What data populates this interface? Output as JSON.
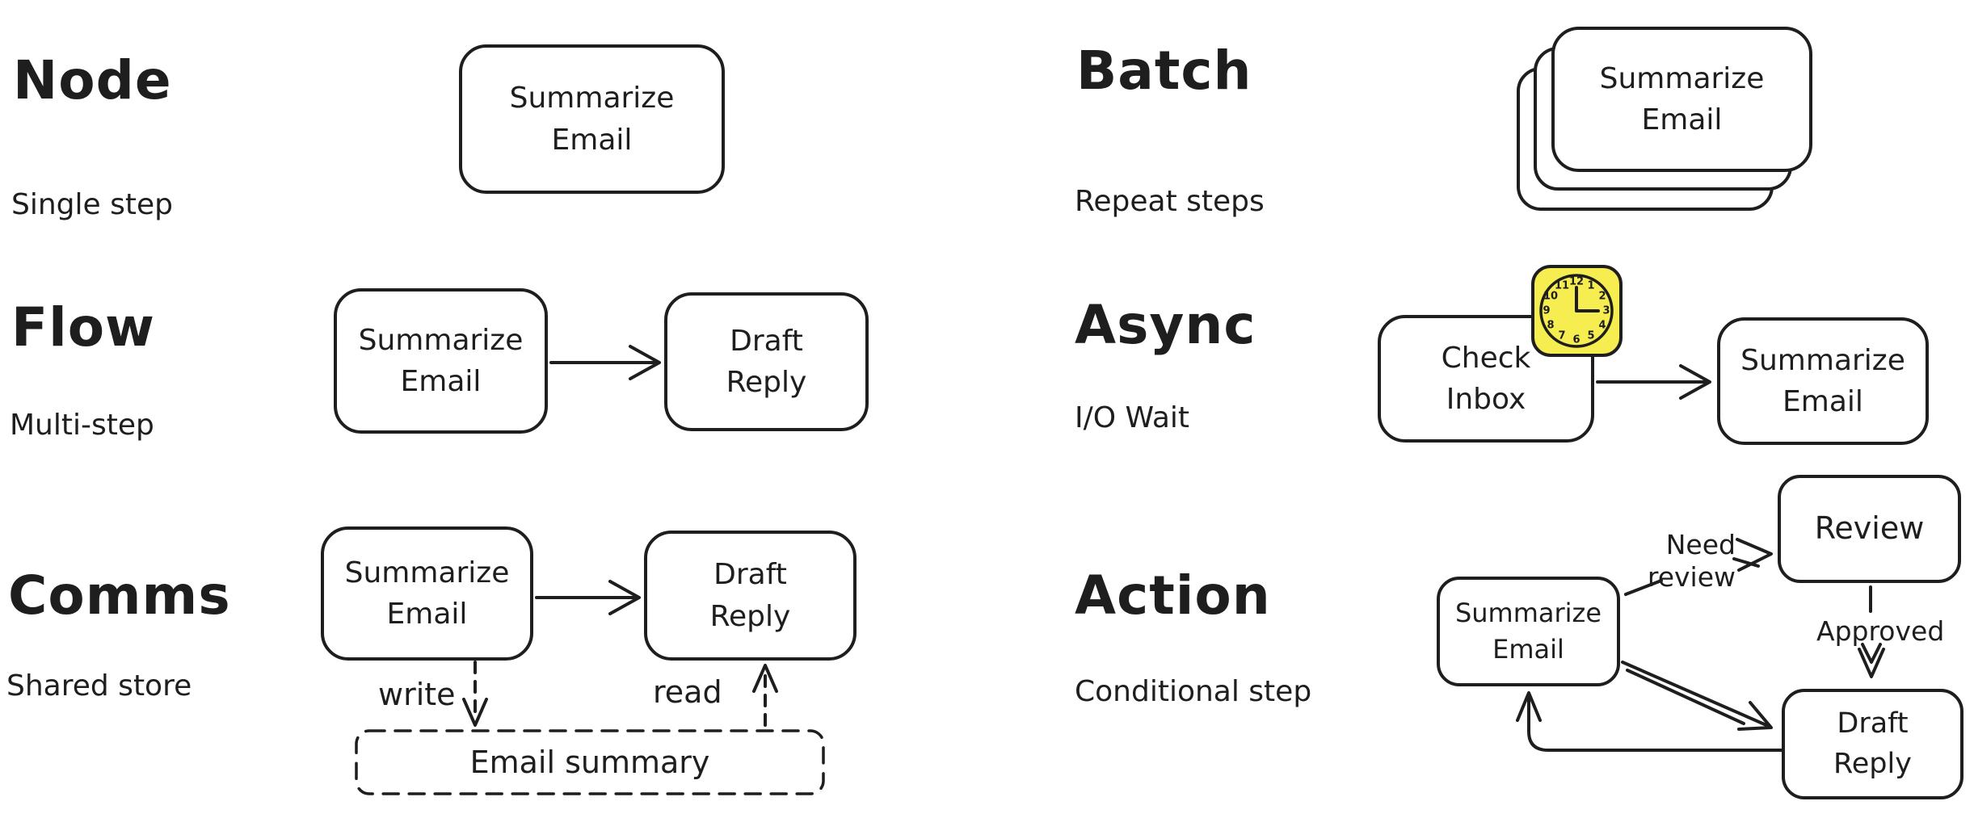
{
  "colors": {
    "stroke": "#1e1e1e",
    "background": "#ffffff",
    "clock_fill": "#f6ed51"
  },
  "sections": {
    "node": {
      "title": "Node",
      "subtitle": "Single step",
      "box1": "Summarize\nEmail"
    },
    "flow": {
      "title": "Flow",
      "subtitle": "Multi-step",
      "box1": "Summarize\nEmail",
      "box2": "Draft\nReply"
    },
    "comms": {
      "title": "Comms",
      "subtitle": "Shared store",
      "box1": "Summarize\nEmail",
      "box2": "Draft\nReply",
      "write_label": "write",
      "read_label": "read",
      "store_box": "Email summary"
    },
    "batch": {
      "title": "Batch",
      "subtitle": "Repeat steps",
      "box1": "Summarize\nEmail"
    },
    "async": {
      "title": "Async",
      "subtitle": "I/O Wait",
      "box1": "Check\nInbox",
      "box2": "Summarize\nEmail",
      "clock": {
        "time_shown": "3:00",
        "numerals": [
          "12",
          "1",
          "2",
          "3",
          "4",
          "5",
          "6",
          "7",
          "8",
          "9",
          "10",
          "11"
        ]
      }
    },
    "action": {
      "title": "Action",
      "subtitle": "Conditional step",
      "box1": "Summarize\nEmail",
      "box2": "Review",
      "box3": "Draft\nReply",
      "label_need_review": "Need\nreview",
      "label_approved": "Approved"
    }
  }
}
